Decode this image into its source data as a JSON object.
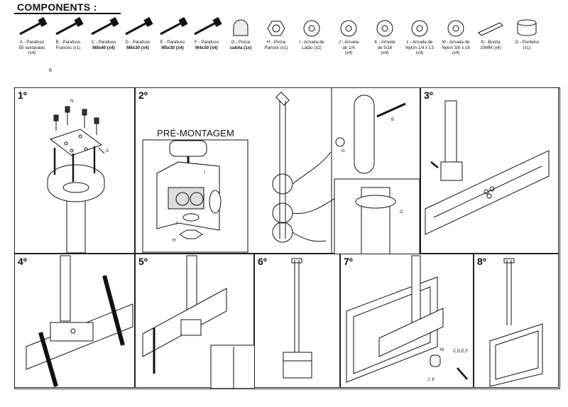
{
  "header": {
    "title": "COMPONENTS :"
  },
  "parts": [
    {
      "id": "A",
      "lines": [
        "A - Parafuso",
        "55 sextavado",
        "(x4)"
      ],
      "bold": false,
      "icon": "hex-bolt-icon"
    },
    {
      "id": "B",
      "lines": [
        "B - Parafuso",
        "Francês  (x1)"
      ],
      "bold": false,
      "icon": "carriage-bolt-icon"
    },
    {
      "id": "C",
      "lines": [
        "C - Parafuso",
        "M8x40 (x4)"
      ],
      "bold": true,
      "icon": "screw-m8x40-icon"
    },
    {
      "id": "D",
      "lines": [
        "D - Parafuso",
        "M6x30 (x4)"
      ],
      "bold": true,
      "icon": "screw-m6x30-icon"
    },
    {
      "id": "E",
      "lines": [
        "E - Parafuso",
        "M5x30 (x4)"
      ],
      "bold": true,
      "icon": "screw-m5x30-icon"
    },
    {
      "id": "F",
      "lines": [
        "F - Parafuso",
        "M4x30 (x4)"
      ],
      "bold": true,
      "icon": "screw-m4x30-icon"
    },
    {
      "id": "G",
      "lines": [
        "G - Porca",
        "calota (1x)"
      ],
      "bold": true,
      "icon": "cap-nut-icon"
    },
    {
      "id": "H",
      "lines": [
        "H - Porca",
        "Parlock (x1)"
      ],
      "bold": false,
      "icon": "hex-nut-icon"
    },
    {
      "id": "I",
      "lines": [
        "I - Arruela de",
        "Latão (x2)"
      ],
      "bold": false,
      "icon": "brass-washer-icon"
    },
    {
      "id": "J",
      "lines": [
        "J - Arruela",
        "de 1/4",
        "(x4)"
      ],
      "bold": false,
      "icon": "washer-1-4-icon"
    },
    {
      "id": "K",
      "lines": [
        "K - Arruela",
        "de 5/16",
        "(x4)"
      ],
      "bold": false,
      "icon": "washer-5-16-icon"
    },
    {
      "id": "L",
      "lines": [
        "L - Arruela de",
        "Nylon 1/4 x 13",
        "(x4)"
      ],
      "bold": false,
      "icon": "nylon-washer-13-icon"
    },
    {
      "id": "M",
      "lines": [
        "M - Arruela de",
        "Nylon 3/8 x 18",
        "(x4)"
      ],
      "bold": false,
      "icon": "nylon-washer-18-icon"
    },
    {
      "id": "N",
      "lines": [
        "N - Bucha",
        "10MM (x4)"
      ],
      "bold": false,
      "icon": "wall-anchor-icon"
    },
    {
      "id": "O",
      "lines": [
        "O - Ponteira",
        "(x1)"
      ],
      "bold": false,
      "icon": "end-cap-icon"
    }
  ],
  "stray_label": "B",
  "steps": [
    {
      "num": "1º",
      "callouts": [
        "N",
        "A"
      ]
    },
    {
      "num": "2º",
      "pre_label": "PRÉ-MONTAGEM",
      "callouts": [
        "I",
        "H",
        "J",
        "B",
        "G",
        "O"
      ]
    },
    {
      "num": "3º"
    },
    {
      "num": "4º"
    },
    {
      "num": "5º"
    },
    {
      "num": "6º"
    },
    {
      "num": "7º",
      "callouts": [
        "M",
        "J, K",
        "C,D,E,F"
      ]
    },
    {
      "num": "8º"
    }
  ]
}
